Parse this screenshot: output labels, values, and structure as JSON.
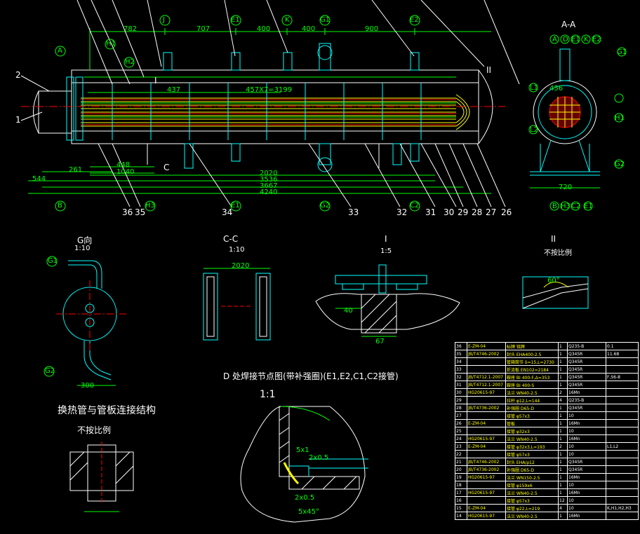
{
  "views": {
    "section_aa": {
      "title": "A-A",
      "nozzles": [
        "A",
        "D",
        "E1",
        "K",
        "E2"
      ]
    },
    "view_g": {
      "title": "G向",
      "scale": "1:10",
      "labels": [
        "G1",
        "G2"
      ],
      "dim": "300"
    },
    "view_cc": {
      "title": "C-C",
      "scale": "1:10",
      "dim_w": "2020"
    },
    "view_i": {
      "title": "I",
      "scale": "1:5",
      "dims": [
        "40",
        "67"
      ]
    },
    "view_ii": {
      "title": "II",
      "scale": "不按比例",
      "dim": "60°"
    },
    "detail_d": {
      "title": "D 处焊接节点图(带补强圈)(E1,E2,C1,C2接管)",
      "scale": "1:1",
      "dims": [
        "5x1",
        "2x0.5",
        "2x0.5",
        "5x45°"
      ]
    },
    "detail_tube": {
      "title": "换热管与管板连接结构",
      "scale": "不按比例"
    }
  },
  "main_view": {
    "dims_top": [
      "782",
      "707",
      "400",
      "400",
      "900"
    ],
    "dims_bottom": [
      "261",
      "544",
      "448",
      "1040",
      "2020",
      "3536",
      "3667",
      "4240"
    ],
    "dim_inner": [
      "437",
      "457X7=3199"
    ],
    "nozzle_tags_top": [
      "J",
      "E1",
      "K",
      "G1",
      "E2",
      "H1",
      "H2",
      "A"
    ],
    "nozzle_tags_bottom": [
      "B",
      "H3",
      "E1",
      "G2",
      "C2"
    ],
    "part_numbers_left": [
      "2",
      "1"
    ],
    "part_numbers_bottom": [
      "36",
      "35",
      "34",
      "33",
      "32",
      "31",
      "30",
      "29",
      "28",
      "27",
      "26"
    ],
    "section_mark": "C",
    "view_mark": "I",
    "view_mark_ii": "II"
  },
  "end_view_labels": {
    "right_tags": [
      "G1",
      "L1",
      "L2",
      "H1",
      "G2"
    ],
    "bottom_tags": [
      "B",
      "H3",
      "C2",
      "E1"
    ],
    "dim_bottom": "720",
    "dim_side": "456"
  },
  "bom": [
    {
      "no": "36",
      "code": "E-ZM-04",
      "name": "标牌 铭牌",
      "qty": "1",
      "mat": "Q235-B",
      "w": "0.1"
    },
    {
      "no": "35",
      "code": "JB/T4746-2002",
      "name": "封头 EHA400-2.5",
      "qty": "1",
      "mat": "Q345R",
      "w": "11.68"
    },
    {
      "no": "34",
      "code": "",
      "name": "管箱筒节 δ=15,L=2730",
      "qty": "1",
      "mat": "Q345R",
      "w": ""
    },
    {
      "no": "33",
      "code": "",
      "name": "折流板 EN102=2184",
      "qty": "1",
      "mat": "Q345R",
      "w": ""
    },
    {
      "no": "32",
      "code": "JB/T4712.1-2007",
      "name": "鞍座 BI 400-F,Δ=353",
      "qty": "1",
      "mat": "Q345R",
      "w": "",
      "note": "F,S6-8"
    },
    {
      "no": "31",
      "code": "JB/T4712.1-2007",
      "name": "鞍座 BI 400-S",
      "qty": "1",
      "mat": "Q345R",
      "w": ""
    },
    {
      "no": "30",
      "code": "HG20615-97",
      "name": "法兰 WN40-2.5",
      "qty": "2",
      "mat": "16Mn",
      "w": ""
    },
    {
      "no": "29",
      "code": "",
      "name": "拉杆 φ12,L=144",
      "qty": "4",
      "mat": "Q235-B",
      "w": ""
    },
    {
      "no": "28",
      "code": "JB/T4736-2002",
      "name": "补强圈 D65-D",
      "qty": "1",
      "mat": "Q345R",
      "w": ""
    },
    {
      "no": "27",
      "code": "",
      "name": "接管 φ57x3",
      "qty": "1",
      "mat": "10",
      "w": ""
    },
    {
      "no": "26",
      "code": "E-ZM-04",
      "name": "管板",
      "qty": "1",
      "mat": "16Mn",
      "w": ""
    },
    {
      "no": "25",
      "code": "",
      "name": "接管 φ32x3",
      "qty": "1",
      "mat": "10",
      "w": ""
    },
    {
      "no": "24",
      "code": "HG20615-97",
      "name": "法兰 WN40-2.5",
      "qty": "1",
      "mat": "16Mn",
      "w": ""
    },
    {
      "no": "23",
      "code": "E-ZM-04",
      "name": "接管 φ32x3,L=193",
      "qty": "2",
      "mat": "10",
      "w": "",
      "note": "L1,L2"
    },
    {
      "no": "22",
      "code": "",
      "name": "接管 φ57x3",
      "qty": "1",
      "mat": "10",
      "w": ""
    },
    {
      "no": "21",
      "code": "JB/T4746-2002",
      "name": "封头 EHA/ρ12",
      "qty": "1",
      "mat": "Q345R",
      "w": ""
    },
    {
      "no": "20",
      "code": "JB/T4736-2002",
      "name": "补强圈 D65-D",
      "qty": "1",
      "mat": "Q345R",
      "w": ""
    },
    {
      "no": "19",
      "code": "HG20615-97",
      "name": "法兰 WN150-2.5",
      "qty": "1",
      "mat": "16Mn",
      "w": ""
    },
    {
      "no": "18",
      "code": "",
      "name": "接管 φ159x6",
      "qty": "1",
      "mat": "10",
      "w": ""
    },
    {
      "no": "17",
      "code": "HG20615-97",
      "name": "法兰 WN40-2.5",
      "qty": "1",
      "mat": "16Mn",
      "w": ""
    },
    {
      "no": "16",
      "code": "",
      "name": "接管 φ57x3",
      "qty": "12",
      "mat": "10",
      "w": ""
    },
    {
      "no": "15",
      "code": "E-ZM-04",
      "name": "接管 φ22,L=219",
      "qty": "4",
      "mat": "10",
      "w": "",
      "note": "K,H1,H2,H3"
    },
    {
      "no": "14",
      "code": "HG20615-97",
      "name": "法兰 WN40-2.5",
      "qty": "1",
      "mat": "16Mn",
      "w": ""
    }
  ]
}
